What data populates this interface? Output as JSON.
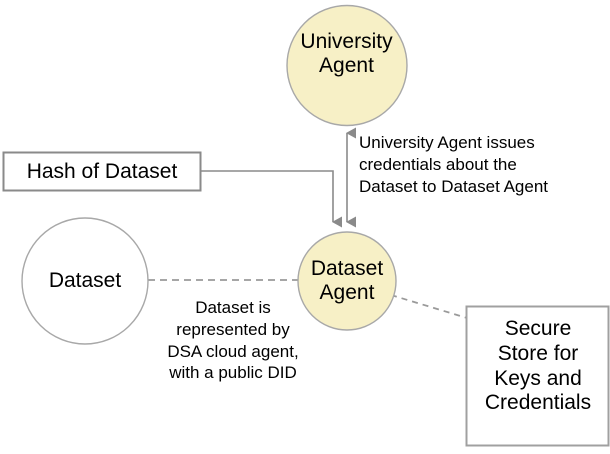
{
  "diagram": {
    "type": "node-link-diagram",
    "background_color": "#ffffff",
    "nodes": [
      {
        "id": "university-agent",
        "label": "University\nAgent",
        "shape": "circle",
        "fill": "#f7f0c6",
        "stroke": "#999999"
      },
      {
        "id": "dataset-agent",
        "label": "Dataset\nAgent",
        "shape": "circle",
        "fill": "#f7f0c6",
        "stroke": "#999999"
      },
      {
        "id": "dataset",
        "label": "Dataset",
        "shape": "circle",
        "fill": "#ffffff",
        "stroke": "#999999"
      },
      {
        "id": "hash-of-dataset",
        "label": "Hash of Dataset",
        "shape": "rectangle",
        "fill": "#ffffff",
        "stroke": "#888888"
      },
      {
        "id": "secure-store",
        "label": "Secure\nStore for\nKeys and\nCredentials",
        "shape": "rectangle",
        "fill": "#ffffff",
        "stroke": "#999999"
      }
    ],
    "annotations": [
      {
        "id": "credential-annotation",
        "text": "University Agent issues\ncredentials about the\nDataset to Dataset Agent"
      },
      {
        "id": "representation-annotation",
        "text": "Dataset is\nrepresented by\nDSA cloud agent,\nwith a public DID"
      }
    ],
    "edges": [
      {
        "id": "university-dataset-agent-edge",
        "from": "university-agent",
        "to": "dataset-agent",
        "style": "solid",
        "arrow": "double",
        "color": "#808080"
      },
      {
        "id": "hash-to-dataset-agent-edge",
        "from": "hash-of-dataset",
        "to": "dataset-agent",
        "style": "solid",
        "arrow": "single",
        "color": "#808080"
      },
      {
        "id": "dataset-to-dataset-agent-edge",
        "from": "dataset",
        "to": "dataset-agent",
        "style": "dashed",
        "arrow": "none",
        "color": "#999999"
      },
      {
        "id": "dataset-agent-to-secure-store-edge",
        "from": "dataset-agent",
        "to": "secure-store",
        "style": "dashed",
        "arrow": "none",
        "color": "#999999"
      }
    ]
  }
}
